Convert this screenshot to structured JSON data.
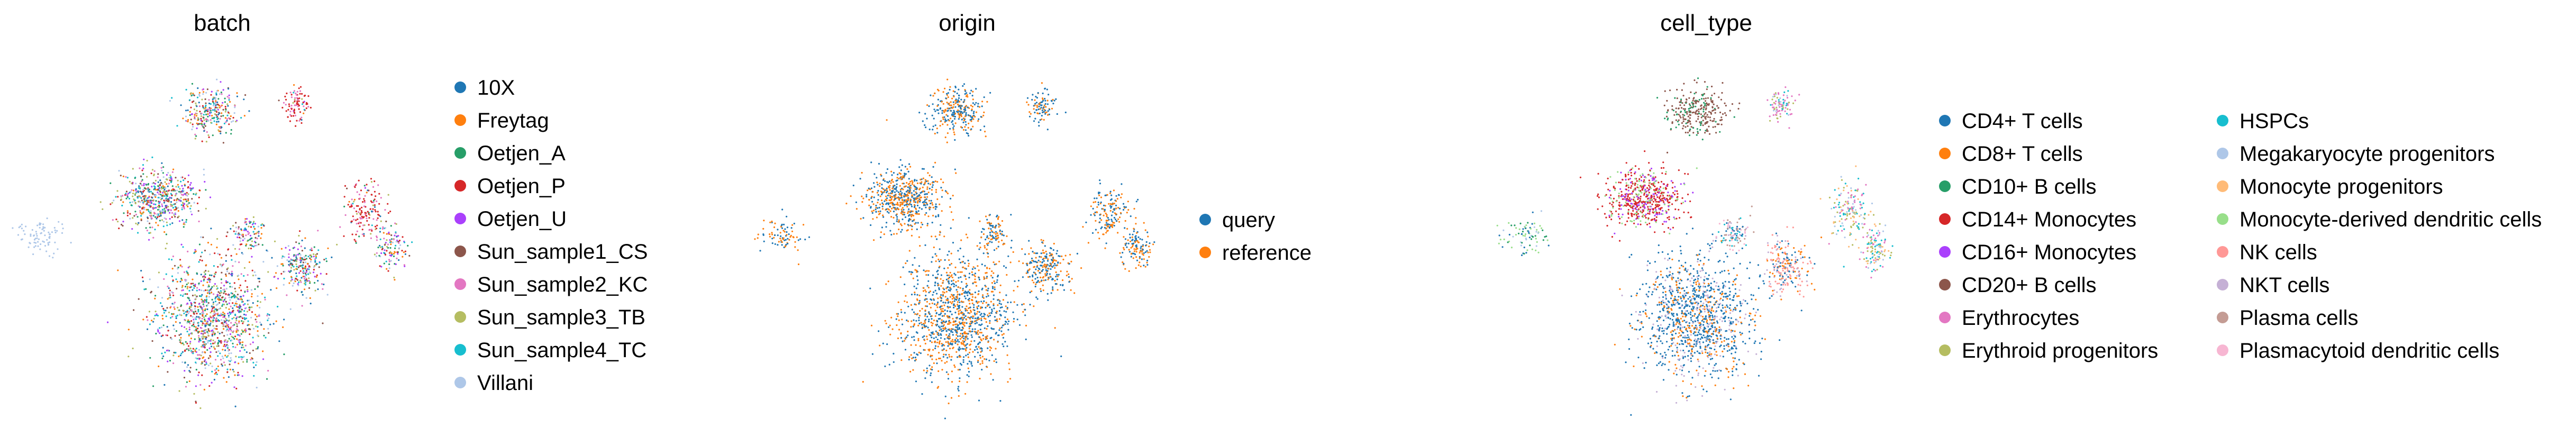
{
  "chart_data": [
    {
      "type": "scatter",
      "title": "batch",
      "xlabel": "",
      "ylabel": "",
      "grid": false,
      "legend_placement": "right",
      "legend": [
        {
          "label": "10X",
          "color": "#1f77b4"
        },
        {
          "label": "Freytag",
          "color": "#ff7f0e"
        },
        {
          "label": "Oetjen_A",
          "color": "#279e68"
        },
        {
          "label": "Oetjen_P",
          "color": "#d62728"
        },
        {
          "label": "Oetjen_U",
          "color": "#aa40fc"
        },
        {
          "label": "Sun_sample1_CS",
          "color": "#8c564b"
        },
        {
          "label": "Sun_sample2_KC",
          "color": "#e377c2"
        },
        {
          "label": "Sun_sample3_TB",
          "color": "#b5bd61"
        },
        {
          "label": "Sun_sample4_TC",
          "color": "#17becf"
        },
        {
          "label": "Villani",
          "color": "#aec7e8"
        }
      ]
    },
    {
      "type": "scatter",
      "title": "origin",
      "xlabel": "",
      "ylabel": "",
      "grid": false,
      "legend_placement": "right",
      "legend": [
        {
          "label": "query",
          "color": "#1f77b4"
        },
        {
          "label": "reference",
          "color": "#ff7f0e"
        }
      ]
    },
    {
      "type": "scatter",
      "title": "cell_type",
      "xlabel": "",
      "ylabel": "",
      "grid": false,
      "legend_placement": "right",
      "legend_columns": 2,
      "legend": [
        {
          "label": "CD4+ T cells",
          "color": "#1f77b4"
        },
        {
          "label": "CD8+ T cells",
          "color": "#ff7f0e"
        },
        {
          "label": "CD10+ B cells",
          "color": "#279e68"
        },
        {
          "label": "CD14+ Monocytes",
          "color": "#d62728"
        },
        {
          "label": "CD16+ Monocytes",
          "color": "#aa40fc"
        },
        {
          "label": "CD20+ B cells",
          "color": "#8c564b"
        },
        {
          "label": "Erythrocytes",
          "color": "#e377c2"
        },
        {
          "label": "Erythroid progenitors",
          "color": "#b5bd61"
        },
        {
          "label": "HSPCs",
          "color": "#17becf"
        },
        {
          "label": "Megakaryocyte progenitors",
          "color": "#aec7e8"
        },
        {
          "label": "Monocyte progenitors",
          "color": "#ffbb78"
        },
        {
          "label": "Monocyte-derived dendritic cells",
          "color": "#98df8a"
        },
        {
          "label": "NK cells",
          "color": "#ff9896"
        },
        {
          "label": "NKT cells",
          "color": "#c5b0d5"
        },
        {
          "label": "Plasma cells",
          "color": "#c49c94"
        },
        {
          "label": "Plasmacytoid dendritic cells",
          "color": "#f7b6d2"
        }
      ]
    }
  ]
}
